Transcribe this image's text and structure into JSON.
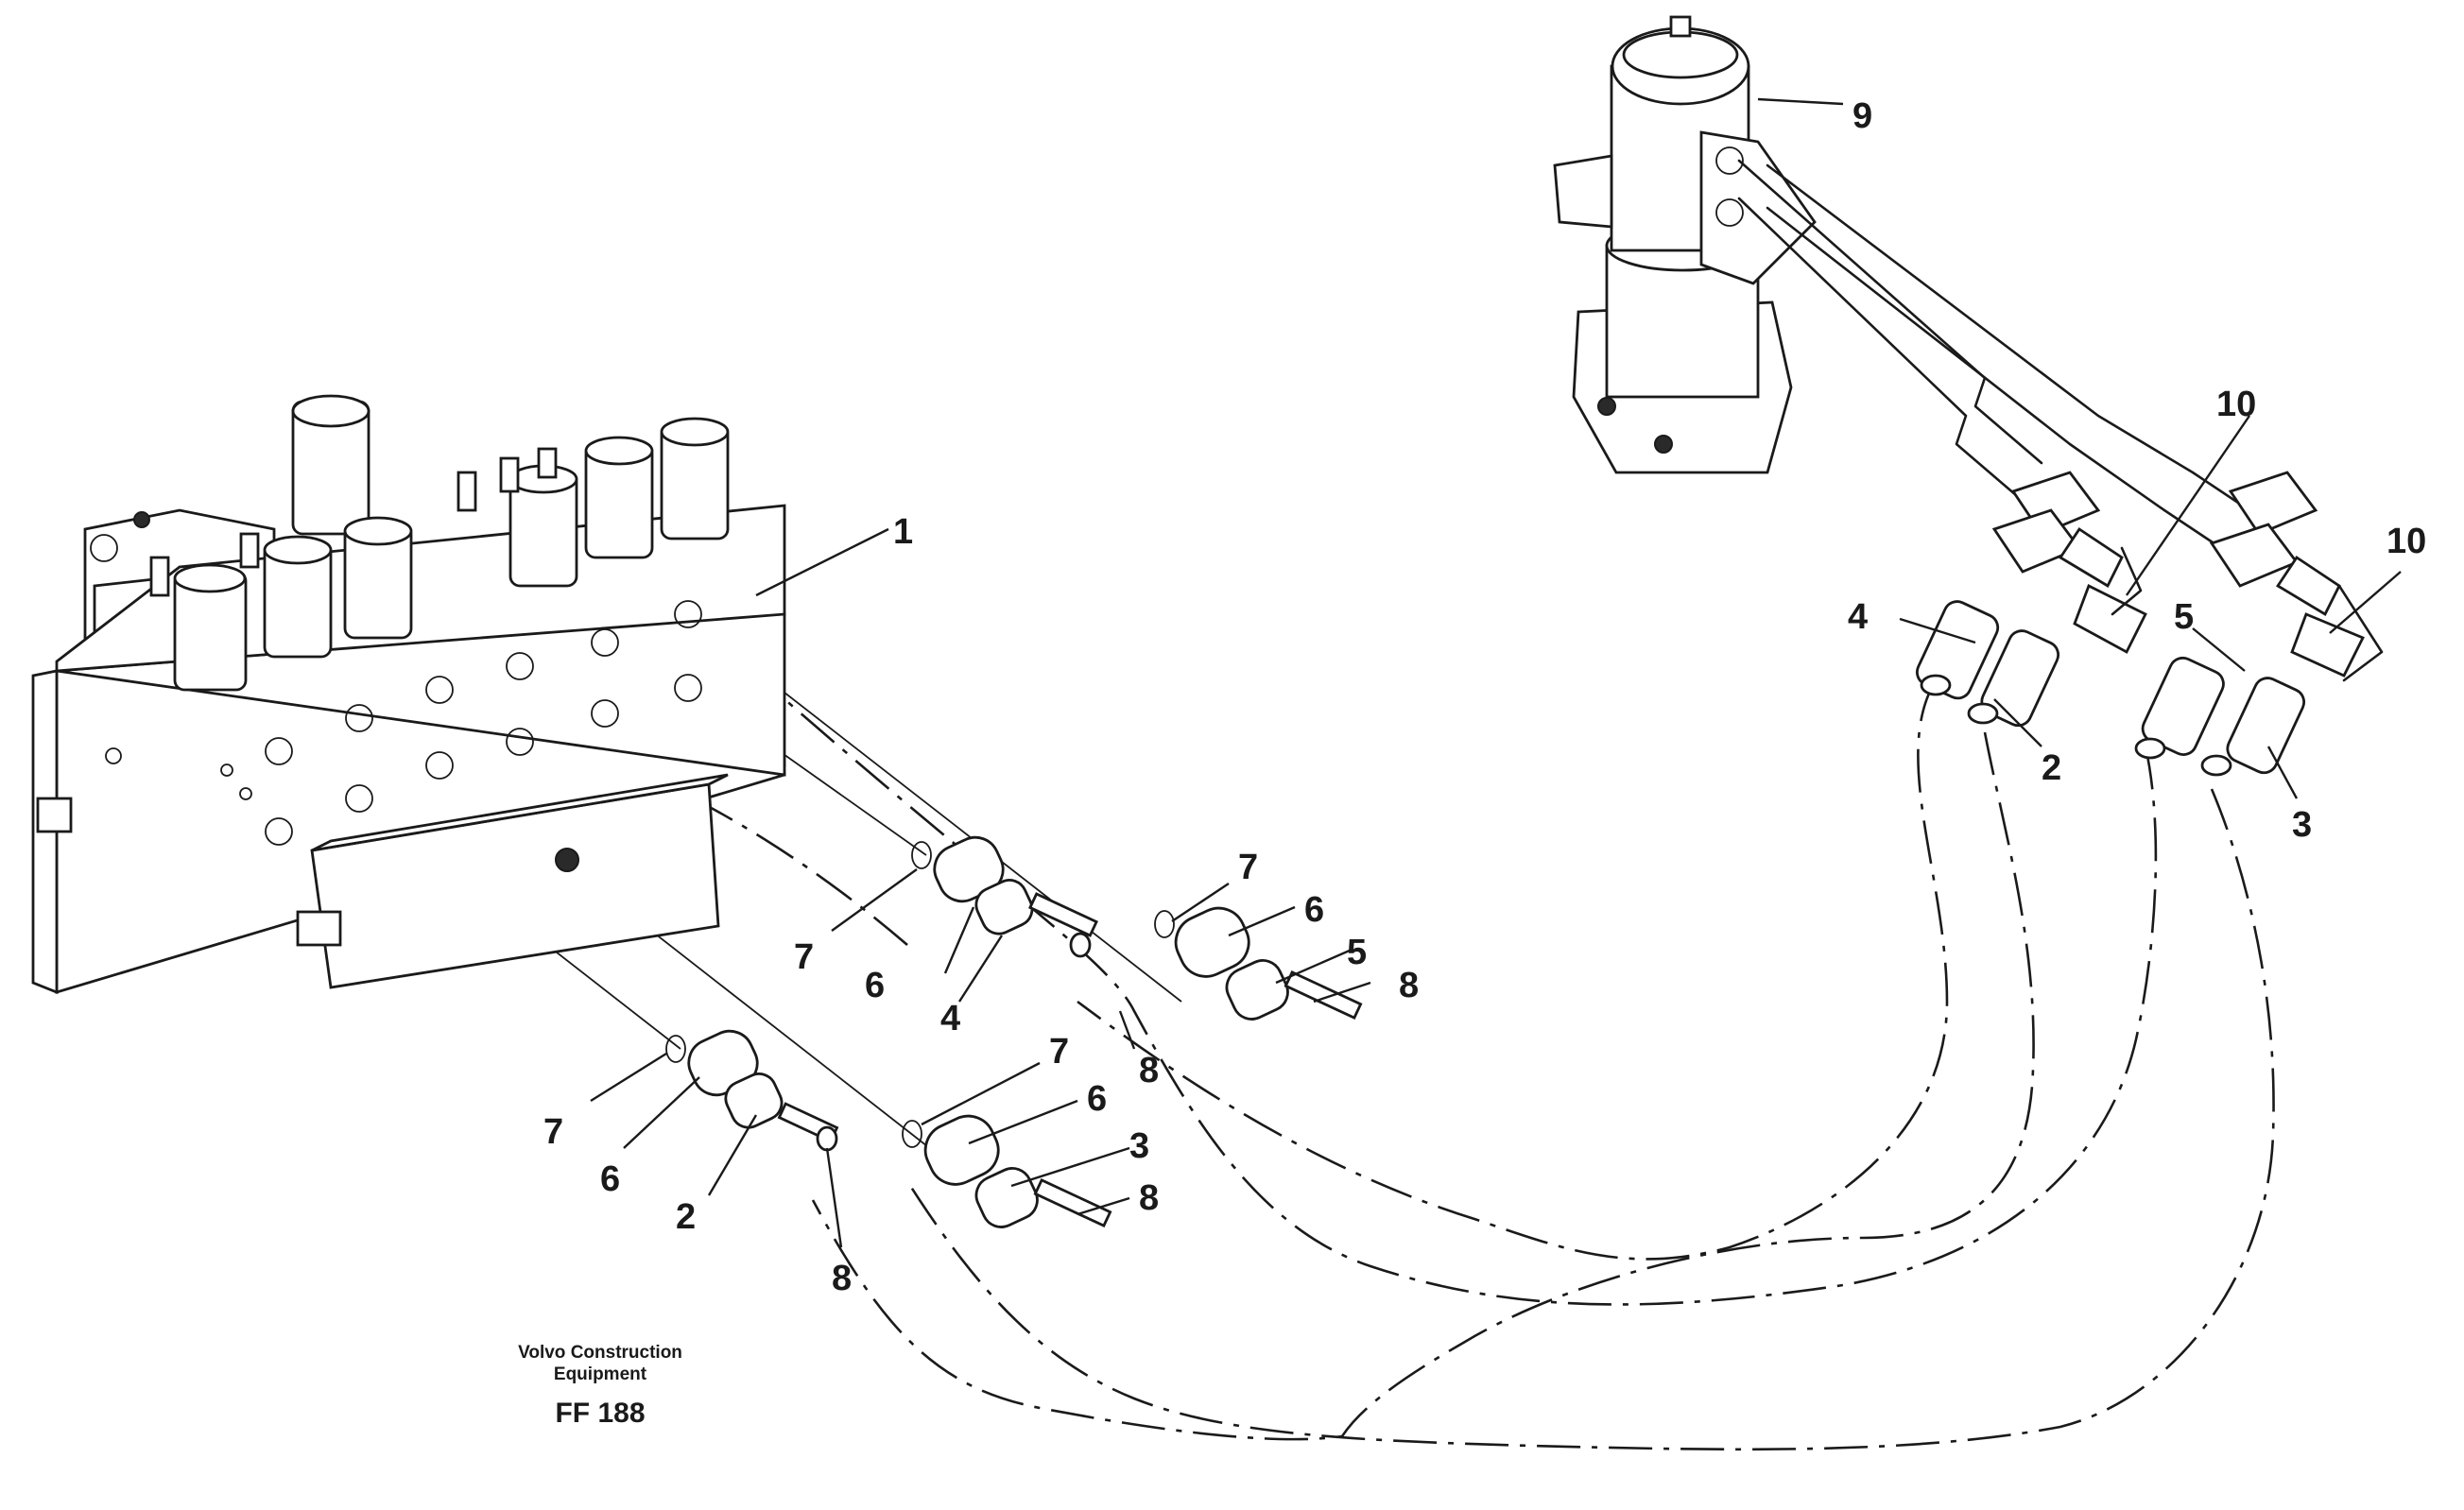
{
  "callouts": {
    "c1": "1",
    "c9": "9",
    "c10a": "10",
    "c10b": "10",
    "c4r": "4",
    "c2r": "2",
    "c5r": "5",
    "c3r": "3",
    "c7a": "7",
    "c6a": "6",
    "c4a": "4",
    "c8a": "8",
    "c7b": "7",
    "c6b": "6",
    "c5b": "5",
    "c8b": "8",
    "c7c": "7",
    "c6c": "6",
    "c2c": "2",
    "c8c": "8",
    "c7d": "7",
    "c6d": "6",
    "c3d": "3",
    "c8d": "8"
  },
  "caption": {
    "line1": "Volvo Construction",
    "line2": "Equipment",
    "code": "FF 188"
  }
}
